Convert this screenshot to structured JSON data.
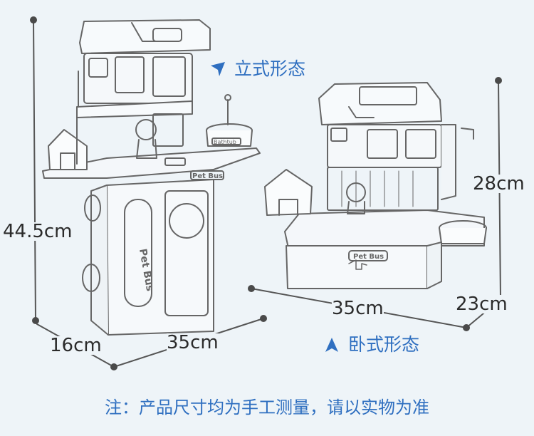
{
  "labels": {
    "upright_mode": "立式形态",
    "lying_mode": "卧式形态",
    "upright_height": "44.5cm",
    "upright_depth": "16cm",
    "upright_width": "35cm",
    "lying_width": "35cm",
    "lying_height": "28cm",
    "lying_depth": "23cm"
  },
  "toy_text": {
    "bus_label": "Pet Bus",
    "bath_sign": "Bathtub"
  },
  "note": "注：产品尺寸均为手工测量，请以实物为准",
  "colors": {
    "background": "#eef4f8",
    "accent": "#2f6fc0",
    "line": "#555555",
    "dot": "#4a4a4a"
  }
}
